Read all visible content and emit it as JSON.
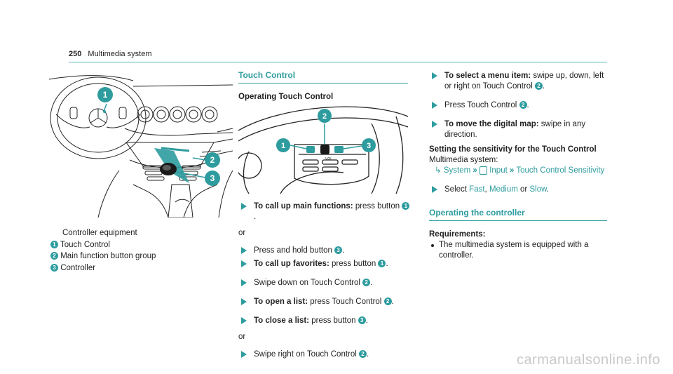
{
  "header": {
    "page_number": "250",
    "title": "Multimedia system"
  },
  "left_figure": {
    "caption_title": "Controller equipment",
    "legend": [
      {
        "n": "1",
        "text": "Touch Control"
      },
      {
        "n": "2",
        "text": "Main function button group"
      },
      {
        "n": "3",
        "text": "Controller"
      }
    ]
  },
  "middle": {
    "section_title": "Touch Control",
    "subheading": "Operating Touch Control",
    "figure_labels": {
      "vol": "VOL"
    },
    "steps": [
      {
        "bold": "To call up main functions:",
        "text": " press button ",
        "ref": "1",
        "after": "."
      },
      {
        "or": "or"
      },
      {
        "bold": "",
        "text": "Press and hold button ",
        "ref": "3",
        "after": "."
      },
      {
        "bold": "To call up favorites:",
        "text": " press button ",
        "ref": "1",
        "after": "."
      },
      {
        "bold": "",
        "text": "Swipe down on Touch Control ",
        "ref": "2",
        "after": "."
      },
      {
        "bold": "To open a list:",
        "text": " press Touch Control ",
        "ref": "2",
        "after": "."
      },
      {
        "bold": "To close a list:",
        "text": " press button ",
        "ref": "3",
        "after": "."
      },
      {
        "or": "or"
      },
      {
        "bold": "",
        "text": "Swipe right on Touch Control ",
        "ref": "2",
        "after": "."
      }
    ]
  },
  "right": {
    "step1": {
      "bold": "To select a menu item:",
      "text": " swipe up, down, left or right on Touch Control ",
      "ref": "2",
      "after": "."
    },
    "step2": {
      "text": "Press Touch Control ",
      "ref": "2",
      "after": "."
    },
    "step3": {
      "bold": "To move the digital map:",
      "text": " swipe in any direction."
    },
    "sensitivity": {
      "heading": "Setting the sensitivity for the Touch Control",
      "path_intro": "Multimedia system:",
      "path": [
        "System",
        "Input",
        "Touch Control Sensitivity"
      ]
    },
    "select": {
      "text": "Select ",
      "options": [
        "Fast",
        "Medium",
        "Slow"
      ],
      "sep1": ", ",
      "sep2": " or ",
      "after": "."
    },
    "controller_section": {
      "title": "Operating the controller",
      "req_label": "Requirements:",
      "requirement": "The multimedia system is equipped with a controller."
    }
  },
  "watermark": "carmanualsonline.info",
  "colors": {
    "accent": "#2e9c9f",
    "rule": "#5fb3b7"
  }
}
